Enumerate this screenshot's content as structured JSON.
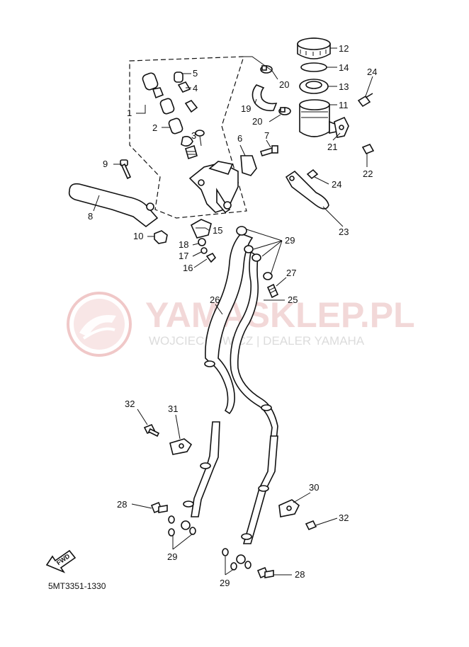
{
  "watermark": {
    "brand": "YAMASKLEP.PL",
    "subtitle": "WOJCIECHOWICZ | DEALER YAMAHA",
    "logo_icon": "yamasklep-logo-icon",
    "logo_color": "#e8a0a0"
  },
  "diagram_code": "5MT3351-1330",
  "fwd_arrow": {
    "label": "FWD",
    "icon": "fwd-arrow-icon"
  },
  "callouts": [
    {
      "id": "c12",
      "text": "12"
    },
    {
      "id": "c14",
      "text": "14"
    },
    {
      "id": "c13",
      "text": "13"
    },
    {
      "id": "c11",
      "text": "11"
    },
    {
      "id": "c24a",
      "text": "24"
    },
    {
      "id": "c5",
      "text": "5"
    },
    {
      "id": "c4",
      "text": "4"
    },
    {
      "id": "c20a",
      "text": "20"
    },
    {
      "id": "c19",
      "text": "19"
    },
    {
      "id": "c20b",
      "text": "20"
    },
    {
      "id": "c1",
      "text": "1"
    },
    {
      "id": "c2",
      "text": "2"
    },
    {
      "id": "c3",
      "text": "3"
    },
    {
      "id": "c6",
      "text": "6"
    },
    {
      "id": "c7",
      "text": "7"
    },
    {
      "id": "c21",
      "text": "21"
    },
    {
      "id": "c22",
      "text": "22"
    },
    {
      "id": "c24b",
      "text": "24"
    },
    {
      "id": "c9",
      "text": "9"
    },
    {
      "id": "c8",
      "text": "8"
    },
    {
      "id": "c23",
      "text": "23"
    },
    {
      "id": "c10",
      "text": "10"
    },
    {
      "id": "c15",
      "text": "15"
    },
    {
      "id": "c29a",
      "text": "29"
    },
    {
      "id": "c18",
      "text": "18"
    },
    {
      "id": "c17",
      "text": "17"
    },
    {
      "id": "c16",
      "text": "16"
    },
    {
      "id": "c27",
      "text": "27"
    },
    {
      "id": "c26",
      "text": "26"
    },
    {
      "id": "c25",
      "text": "25"
    },
    {
      "id": "c32a",
      "text": "32"
    },
    {
      "id": "c31",
      "text": "31"
    },
    {
      "id": "c30",
      "text": "30"
    },
    {
      "id": "c28a",
      "text": "28"
    },
    {
      "id": "c32b",
      "text": "32"
    },
    {
      "id": "c29b",
      "text": "29"
    },
    {
      "id": "c28b",
      "text": "28"
    },
    {
      "id": "c29c",
      "text": "29"
    }
  ]
}
